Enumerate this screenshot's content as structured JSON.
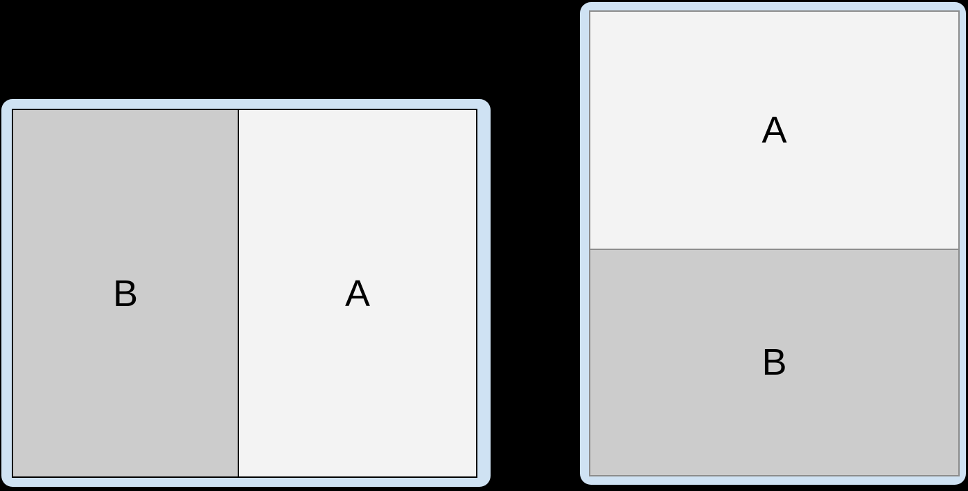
{
  "canvas": {
    "background_color": "#000000"
  },
  "label_color": "#000000",
  "figures": [
    {
      "name": "landscape-two-pane-split",
      "orientation": "landscape",
      "frame_color": "#cfe2f3",
      "pane_border_color": "#000000",
      "panes": [
        {
          "label": "B",
          "fill": "#cccccc",
          "position": "left"
        },
        {
          "label": "A",
          "fill": "#f3f3f3",
          "position": "right"
        }
      ]
    },
    {
      "name": "portrait-two-pane-split",
      "orientation": "portrait",
      "frame_color": "#cfe2f3",
      "pane_border_color": "#8c8c8c",
      "panes": [
        {
          "label": "A",
          "fill": "#f3f3f3",
          "position": "top"
        },
        {
          "label": "B",
          "fill": "#cccccc",
          "position": "bottom"
        }
      ]
    }
  ]
}
